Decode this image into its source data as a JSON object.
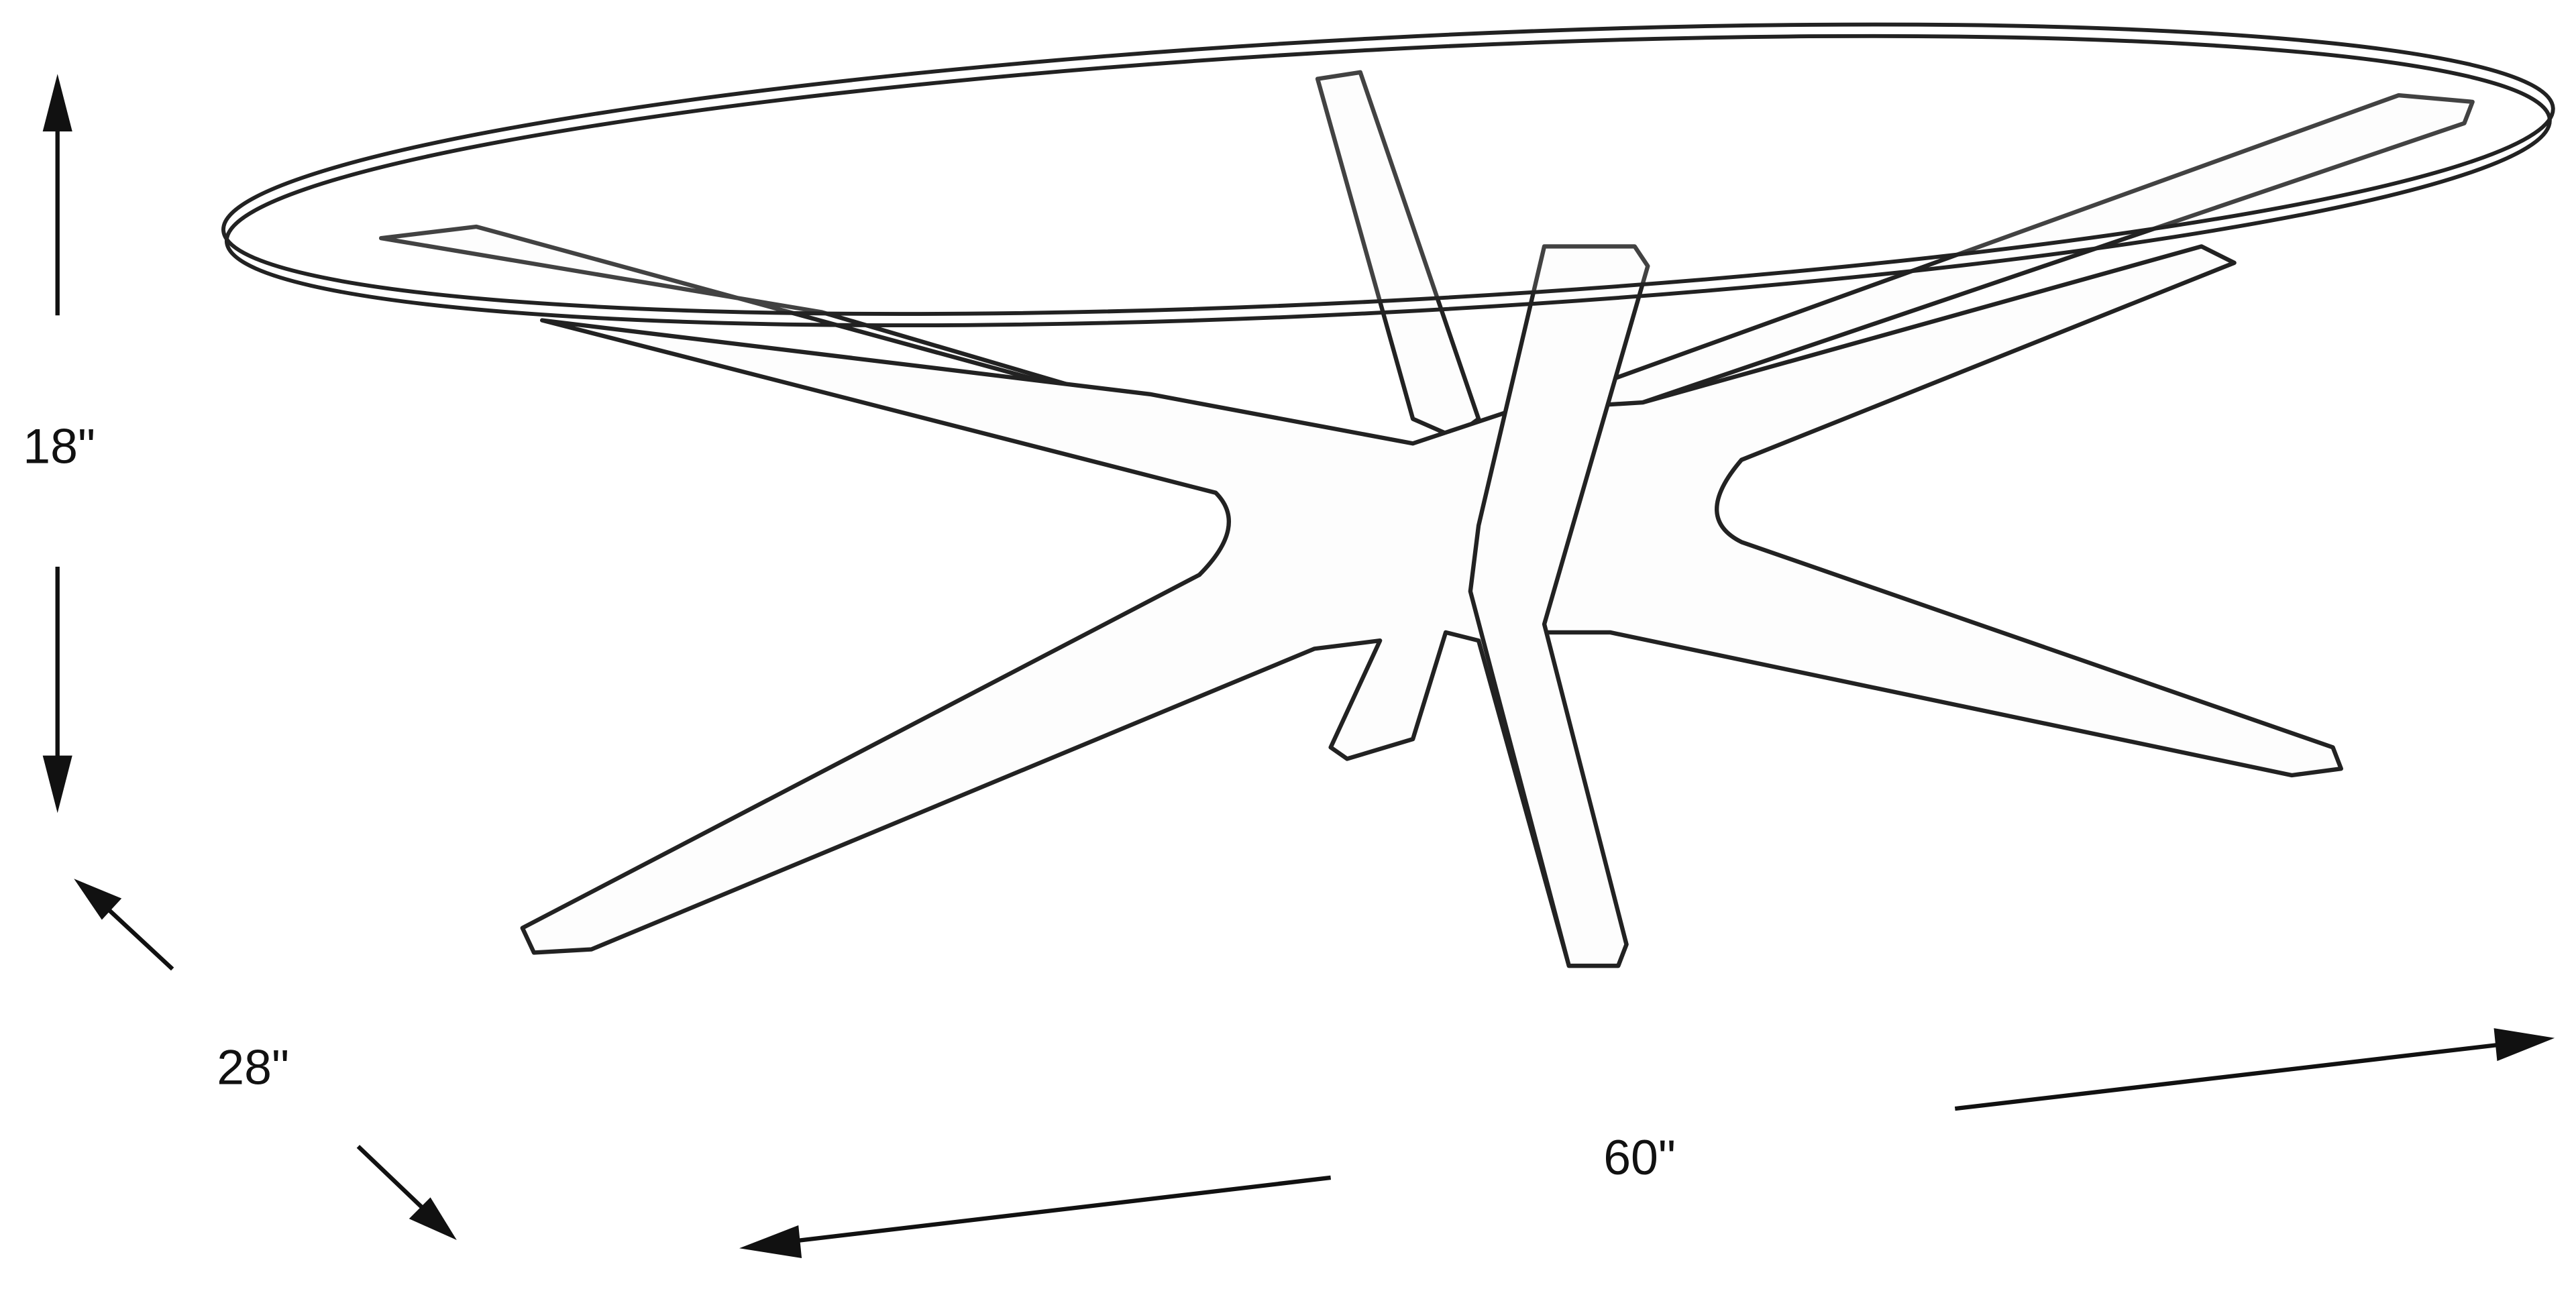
{
  "dimensions": {
    "height": "18\"",
    "depth": "28\"",
    "width": "60\""
  }
}
